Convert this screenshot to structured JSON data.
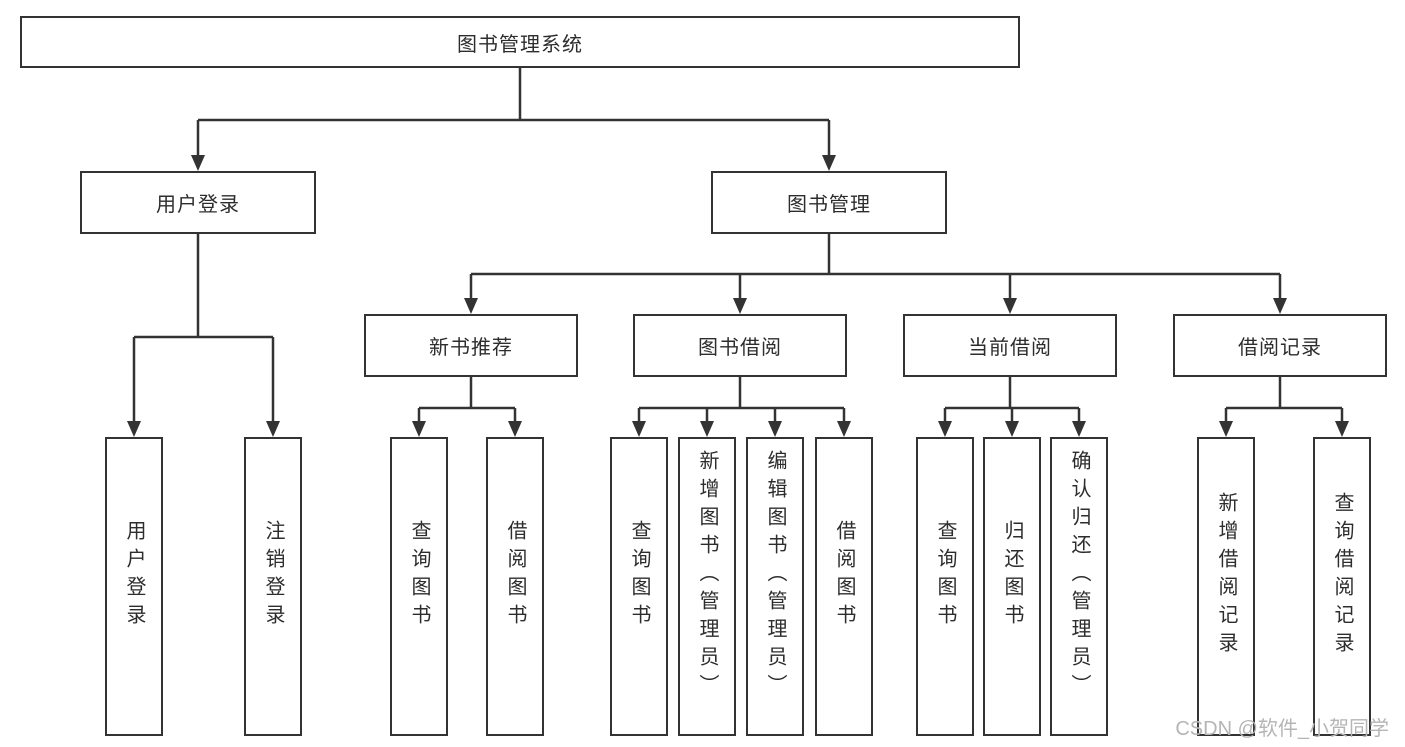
{
  "diagram": {
    "type": "tree",
    "tree": {
      "label": "图书管理系统",
      "children": [
        {
          "label": "用户登录",
          "children": [
            {
              "label": "用户登录"
            },
            {
              "label": "注销登录"
            }
          ]
        },
        {
          "label": "图书管理",
          "children": [
            {
              "label": "新书推荐",
              "children": [
                {
                  "label": "查询图书"
                },
                {
                  "label": "借阅图书"
                }
              ]
            },
            {
              "label": "图书借阅",
              "children": [
                {
                  "label": "查询图书"
                },
                {
                  "label": "新增图书（管理员）"
                },
                {
                  "label": "编辑图书（管理员）"
                },
                {
                  "label": "借阅图书"
                }
              ]
            },
            {
              "label": "当前借阅",
              "children": [
                {
                  "label": "查询图书"
                },
                {
                  "label": "归还图书"
                },
                {
                  "label": "确认归还（管理员）"
                }
              ]
            },
            {
              "label": "借阅记录",
              "children": [
                {
                  "label": "新增借阅记录"
                },
                {
                  "label": "查询借阅记录"
                }
              ]
            }
          ]
        }
      ]
    }
  },
  "watermark": "CSDN @软件_小贺同学",
  "colors": {
    "line": "#333333",
    "text": "#2d2d2d",
    "background": "#ffffff",
    "watermark": "#b5b5b5"
  }
}
